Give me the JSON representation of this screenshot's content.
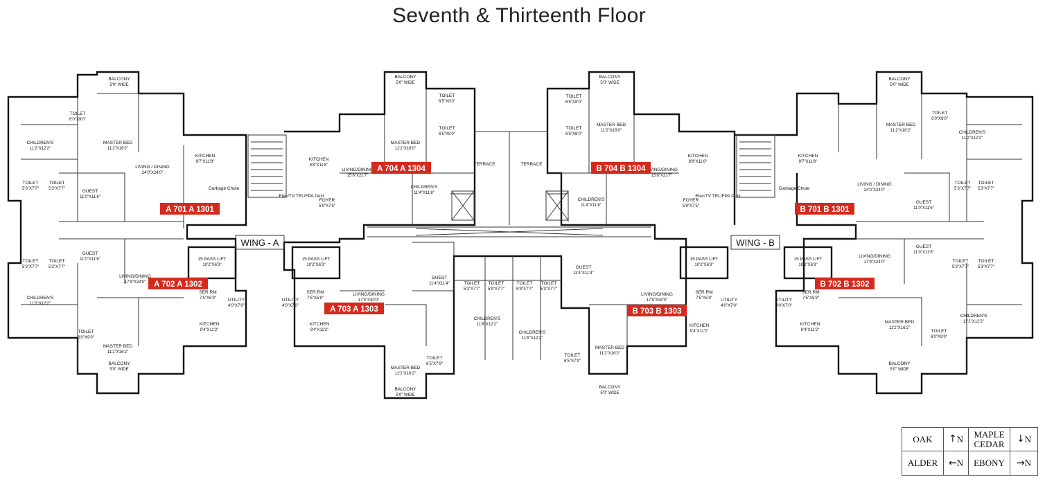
{
  "title": "Seventh & Thirteenth Floor",
  "wings": [
    "WING - A",
    "WING - B"
  ],
  "unit_tags": [
    "A 701 A 1301",
    "A 702 A 1302",
    "A 703 A 1303",
    "A 704 A 1304",
    "B 701 B 1301",
    "B 702 B 1302",
    "B 703 B 1303",
    "B 704 B 1304"
  ],
  "rooms": [
    {
      "name": "BALCONY",
      "dim": "5'0\" WIDE"
    },
    {
      "name": "BALCONY",
      "dim": "5'0\" WIDE"
    },
    {
      "name": "BALCONY",
      "dim": "5'0\" WIDE"
    },
    {
      "name": "BALCONY",
      "dim": "5'0\" WIDE"
    },
    {
      "name": "BALCONY",
      "dim": "5'0\" WIDE"
    },
    {
      "name": "BALCONY",
      "dim": "5'0\" WIDE"
    },
    {
      "name": "BALCONY",
      "dim": "5'0\" WIDE"
    },
    {
      "name": "BALCONY",
      "dim": "5'0\" WIDE"
    },
    {
      "name": "MASTER BED",
      "dim": "11'2\"X16'2\""
    },
    {
      "name": "MASTER BED",
      "dim": "11'2\"X16'0\""
    },
    {
      "name": "MASTER BED",
      "dim": "11'2\"X16'0\""
    },
    {
      "name": "MASTER BED",
      "dim": "11'2\"X16'2\""
    },
    {
      "name": "MASTER BED",
      "dim": "11'2\"X16'2\""
    },
    {
      "name": "MASTER BED",
      "dim": "11'2\"X16'2\""
    },
    {
      "name": "MASTER BED",
      "dim": "11'2\"X16'2\""
    },
    {
      "name": "MASTER BED",
      "dim": "11'2\"X16'2\""
    },
    {
      "name": "CHILDREN'S",
      "dim": "11'2\"X12'2\""
    },
    {
      "name": "CHILDREN'S",
      "dim": "11'2\"X12'2\""
    },
    {
      "name": "CHILDREN'S",
      "dim": "11'4\"X11'8\""
    },
    {
      "name": "CHILDREN'S",
      "dim": "11'4\"X11'8\""
    },
    {
      "name": "CHILDREN'S",
      "dim": "11'8\"X12'2\""
    },
    {
      "name": "CHILDREN'S",
      "dim": "11'8\"X12'2\""
    },
    {
      "name": "CHILDREN'S",
      "dim": "11'2\"X12'2\""
    },
    {
      "name": "CHILDREN'S",
      "dim": "11'2\"X12'2\""
    },
    {
      "name": "LIVING / DINING",
      "dim": "24'0\"X24'0\""
    },
    {
      "name": "LIVING/DINING",
      "dim": "15'8\"X21'7\""
    },
    {
      "name": "LIVING/DINING",
      "dim": "15'8\"X21'7\""
    },
    {
      "name": "LIVING / DINING",
      "dim": "24'0\"X24'0\""
    },
    {
      "name": "LIVING/DINING",
      "dim": "17'9\"X24'0\""
    },
    {
      "name": "LIVING/DINING",
      "dim": "17'9\"X30'0\""
    },
    {
      "name": "LIVING/DINING",
      "dim": "17'9\"X30'0\""
    },
    {
      "name": "LIVING/DINING",
      "dim": "17'9\"X24'0\""
    },
    {
      "name": "GUEST",
      "dim": "11'0\"X11'6\""
    },
    {
      "name": "GUEST",
      "dim": "11'0\"X11'6\""
    },
    {
      "name": "GUEST",
      "dim": "11'4\"X11'4\""
    },
    {
      "name": "GUEST",
      "dim": "11'4\"X11'4\""
    },
    {
      "name": "GUEST",
      "dim": "11'0\"X11'6\""
    },
    {
      "name": "GUEST",
      "dim": "11'0\"X11'6\""
    },
    {
      "name": "KITCHEN",
      "dim": "9'7\"X11'8\""
    },
    {
      "name": "KITCHEN",
      "dim": "8'8\"X11'8\""
    },
    {
      "name": "KITCHEN",
      "dim": "8'8\"X11'8\""
    },
    {
      "name": "KITCHEN",
      "dim": "9'7\"X11'8\""
    },
    {
      "name": "KITCHEN",
      "dim": "9'4\"X11'2\""
    },
    {
      "name": "KITCHEN",
      "dim": "9'4\"X11'2\""
    },
    {
      "name": "KITCHEN",
      "dim": "9'4\"X11'2\""
    },
    {
      "name": "KITCHEN",
      "dim": "9'4\"X11'2\""
    },
    {
      "name": "TOILET",
      "dim": "6'0\"X9'0\""
    },
    {
      "name": "TOILET",
      "dim": "6'5\"X8'0\""
    },
    {
      "name": "TOILET",
      "dim": "6'5\"X8'0\""
    },
    {
      "name": "TOILET",
      "dim": "6'0\"X9'0\""
    },
    {
      "name": "TOILET",
      "dim": "6'0\"X9'0\""
    },
    {
      "name": "TOILET",
      "dim": "6'5\"X8'0\""
    },
    {
      "name": "TOILET",
      "dim": "6'5\"X8'0\""
    },
    {
      "name": "TOILET",
      "dim": "6'0\"X9'0\""
    },
    {
      "name": "TOILET",
      "dim": "5'3\"X7'7\""
    },
    {
      "name": "TOILET",
      "dim": "5'3\"X7'7\""
    },
    {
      "name": "TOILET",
      "dim": "5'3\"X7'7\""
    },
    {
      "name": "TOILET",
      "dim": "5'3\"X7'7\""
    },
    {
      "name": "TOILET",
      "dim": "6'5\"X7'9\""
    },
    {
      "name": "TOILET",
      "dim": "6'5\"X7'9\""
    },
    {
      "name": "TOILET",
      "dim": "5'3\"X7'7\""
    },
    {
      "name": "TOILET",
      "dim": "5'9\"X7'7\""
    },
    {
      "name": "TOILET",
      "dim": "5'9\"X7'7\""
    },
    {
      "name": "TOILET",
      "dim": "5'3\"X7'7\""
    },
    {
      "name": "TOILET",
      "dim": "5'3\"X7'7\""
    },
    {
      "name": "TOILET",
      "dim": "5'3\"X7'7\""
    },
    {
      "name": "TOILET",
      "dim": "5'3\"X7'7\""
    },
    {
      "name": "TOILET",
      "dim": "5'3\"X7'7\""
    },
    {
      "name": "15 PASS LIFT",
      "dim": "10'2\"X6'3\""
    },
    {
      "name": "15 PASS LIFT",
      "dim": "10'2\"X6'3\""
    },
    {
      "name": "15 PASS LIFT",
      "dim": "10'2\"X6'3\""
    },
    {
      "name": "15 PASS LIFT",
      "dim": "10'2\"X6'3\""
    },
    {
      "name": "FOYER",
      "dim": "5'9\"X7'5\""
    },
    {
      "name": "FOYER",
      "dim": "5'9\"X7'5\""
    },
    {
      "name": "SER.RM",
      "dim": "7'5\"X5'9\""
    },
    {
      "name": "SER.RM",
      "dim": "7'5\"X5'9\""
    },
    {
      "name": "SER.RM",
      "dim": "7'5\"X5'9\""
    },
    {
      "name": "SER.RM",
      "dim": "7'5\"X5'9\""
    },
    {
      "name": "UTILITY",
      "dim": "4'0\"X7'0\""
    },
    {
      "name": "UTILITY",
      "dim": "4'0\"X7'0\""
    },
    {
      "name": "UTILITY",
      "dim": "4'0\"X7'0\""
    },
    {
      "name": "UTILITY",
      "dim": "4'0\"X7'0\""
    },
    {
      "name": "TERRACE",
      "dim": ""
    },
    {
      "name": "TERRACE",
      "dim": ""
    },
    {
      "name": "Elec/TV TEL/FPA Duct",
      "dim": ""
    },
    {
      "name": "Elec/TV TEL/FPA Duct",
      "dim": ""
    },
    {
      "name": "Garbage Chute",
      "dim": ""
    },
    {
      "name": "Garbage Chute",
      "dim": ""
    }
  ],
  "legend": {
    "rows": [
      {
        "name": "OAK",
        "arrow": "↑",
        "n": "N",
        "name2": "MAPLE CEDAR",
        "arrow2": "↓",
        "n2": "N"
      },
      {
        "name": "ALDER",
        "arrow": "←",
        "n": "N",
        "name2": "EBONY",
        "arrow2": "→",
        "n2": "N"
      }
    ]
  }
}
